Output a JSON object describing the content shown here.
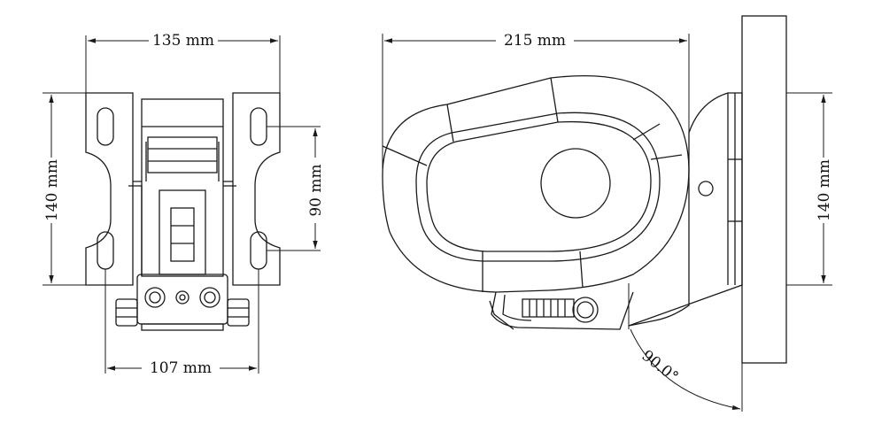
{
  "drawing": {
    "front_view": {
      "width_label": "135 mm",
      "height_label": "140 mm",
      "hole_vertical_label": "90 mm",
      "hole_horizontal_label": "107 mm"
    },
    "side_view": {
      "length_label": "215 mm",
      "height_label": "140 mm",
      "angle_label": "90.0°"
    },
    "colors": {
      "line": "#1a1a1a",
      "background": "#ffffff"
    }
  }
}
